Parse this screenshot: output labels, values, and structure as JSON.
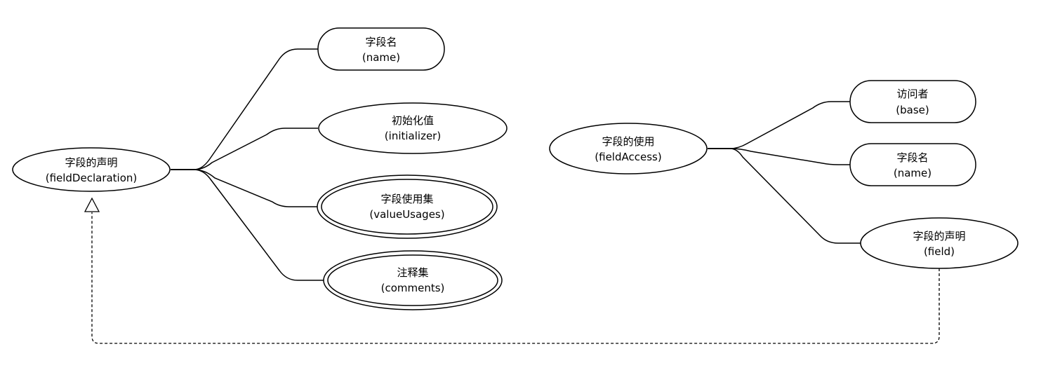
{
  "nodes": {
    "field_declaration": {
      "line1": "字段的声明",
      "line2": "(fieldDeclaration)"
    },
    "name": {
      "line1": "字段名",
      "line2": "(name)"
    },
    "initializer": {
      "line1": "初始化值",
      "line2": "(initializer)"
    },
    "value_usages": {
      "line1": "字段使用集",
      "line2": "(valueUsages)"
    },
    "comments": {
      "line1": "注释集",
      "line2": "(comments)"
    },
    "field_access": {
      "line1": "字段的使用",
      "line2": "(fieldAccess)"
    },
    "base": {
      "line1": "访问者",
      "line2": "(base)"
    },
    "access_name": {
      "line1": "字段名",
      "line2": "(name)"
    },
    "field": {
      "line1": "字段的声明",
      "line2": "(field)"
    }
  },
  "colors": {
    "stroke": "#000000",
    "fill": "#ffffff",
    "text": "#000000"
  }
}
